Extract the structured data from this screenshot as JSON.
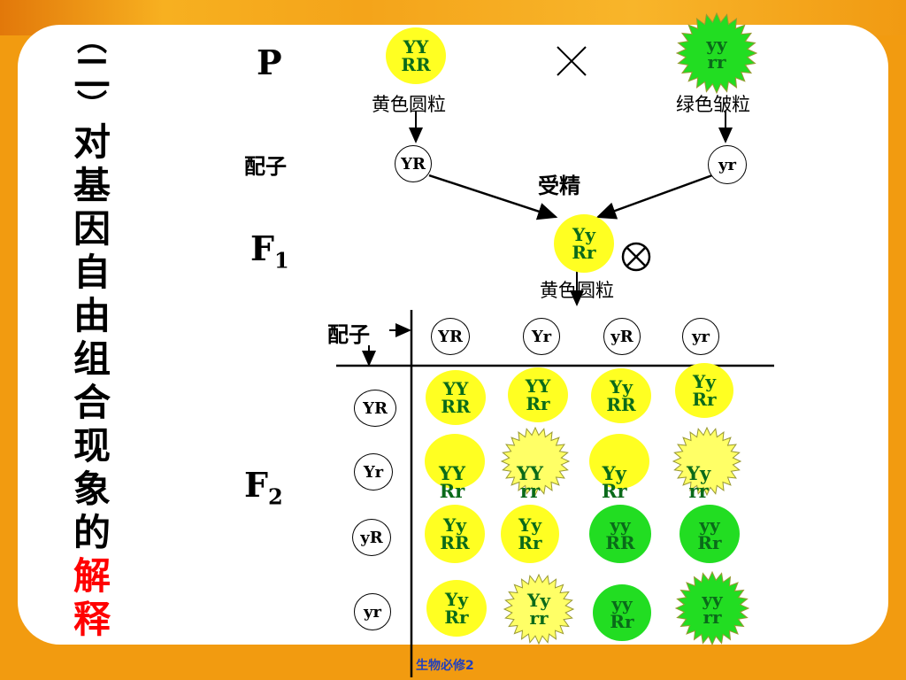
{
  "title": {
    "bracket_open": "︵",
    "number": "二",
    "bracket_close": "︶",
    "chars_black": [
      "对",
      "基",
      "因",
      "自",
      "由",
      "组",
      "合",
      "现",
      "象",
      "的"
    ],
    "chars_red": [
      "解",
      "释"
    ],
    "red_color": "#ff0000"
  },
  "labels": {
    "P": "P",
    "gamete1": "配子",
    "F1": "F",
    "F1_sub": "1",
    "F2": "F",
    "F2_sub": "2",
    "fertilization": "受精",
    "gamete2": "配子",
    "cross_symbol": "×",
    "self_symbol": "⊗"
  },
  "parents": {
    "p1": {
      "line1": "YY",
      "line2": "RR",
      "phenotype": "黄色圆粒"
    },
    "p2": {
      "line1": "yy",
      "line2": "rr",
      "phenotype": "绿色皱粒"
    }
  },
  "gametes_p": {
    "g1": "YR",
    "g2": "yr"
  },
  "f1": {
    "line1": "Yy",
    "line2": "Rr",
    "phenotype": "黄色圆粒"
  },
  "punnett": {
    "cols": [
      "YR",
      "Yr",
      "yR",
      "yr"
    ],
    "rows": [
      "YR",
      "Yr",
      "yR",
      "yr"
    ],
    "cells": [
      [
        [
          "YY",
          "RR",
          "yellow-round"
        ],
        [
          "YY",
          "Rr",
          "yellow-round"
        ],
        [
          "Yy",
          "RR",
          "yellow-round"
        ],
        [
          "Yy",
          "Rr",
          "yellow-round"
        ]
      ],
      [
        [
          "YY",
          "Rr",
          "yellow-round"
        ],
        [
          "YY",
          "rr",
          "yellow-wrinkled"
        ],
        [
          "Yy",
          "Rr",
          "yellow-round"
        ],
        [
          "Yy",
          "rr",
          "yellow-wrinkled"
        ]
      ],
      [
        [
          "Yy",
          "RR",
          "yellow-round"
        ],
        [
          "Yy",
          "Rr",
          "yellow-round"
        ],
        [
          "yy",
          "RR",
          "green-round"
        ],
        [
          "yy",
          "Rr",
          "green-round"
        ]
      ],
      [
        [
          "Yy",
          "Rr",
          "yellow-round"
        ],
        [
          "Yy",
          "rr",
          "yellow-wrinkled"
        ],
        [
          "yy",
          "Rr",
          "green-round"
        ],
        [
          "yy",
          "rr",
          "green-wrinkled"
        ]
      ]
    ]
  },
  "footer": "生物必修2",
  "colors": {
    "yellow": "#ffff22",
    "green": "#22dd22",
    "genotype_text": "#0a6a1a",
    "background": "#f29b10"
  }
}
